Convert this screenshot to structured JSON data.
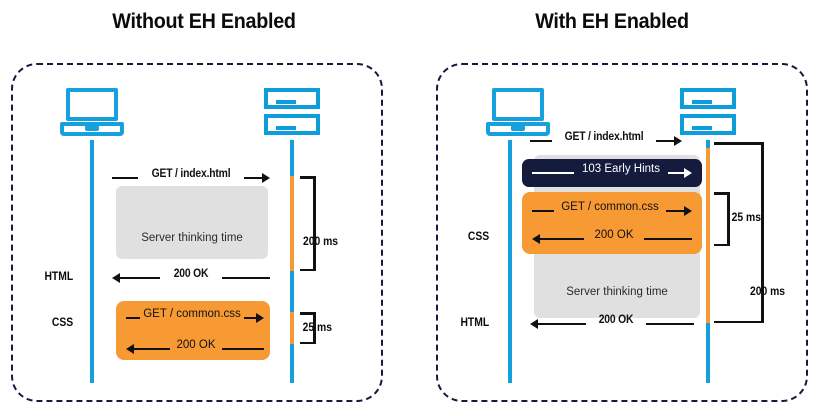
{
  "diagram": {
    "type": "sequence-diagram",
    "subject": "Early Hints (103) HTTP performance comparison",
    "panels": [
      {
        "id": "without-eh",
        "title": "Without EH Enabled",
        "actors": [
          {
            "icon": "laptop-icon",
            "role": "client"
          },
          {
            "icon": "server-icon",
            "role": "server"
          }
        ],
        "side_labels": [
          {
            "text": "HTML"
          },
          {
            "text": "CSS"
          }
        ],
        "messages": [
          {
            "label": "GET / index.html",
            "direction": "right",
            "style": "plain"
          },
          {
            "label": "Server thinking time",
            "style": "thinking-box"
          },
          {
            "label": "200 OK",
            "direction": "left",
            "style": "plain"
          },
          {
            "label": "GET / common.css",
            "direction": "right",
            "style": "orange-box"
          },
          {
            "label": "200 OK",
            "direction": "left",
            "style": "orange-box"
          }
        ],
        "timings": [
          {
            "value": "200 ms",
            "span": "html-request"
          },
          {
            "value": "25 ms",
            "span": "css-request"
          }
        ]
      },
      {
        "id": "with-eh",
        "title": "With EH Enabled",
        "actors": [
          {
            "icon": "laptop-icon",
            "role": "client"
          },
          {
            "icon": "server-icon",
            "role": "server"
          }
        ],
        "side_labels": [
          {
            "text": "CSS"
          },
          {
            "text": "HTML"
          }
        ],
        "messages": [
          {
            "label": "GET / index.html",
            "direction": "right",
            "style": "plain"
          },
          {
            "label": "103 Early Hints",
            "direction": "right",
            "style": "navy-box"
          },
          {
            "label": "GET / common.css",
            "direction": "right",
            "style": "orange-box"
          },
          {
            "label": "200 OK",
            "direction": "left",
            "style": "orange-box"
          },
          {
            "label": "Server thinking time",
            "style": "thinking-box"
          },
          {
            "label": "200 OK",
            "direction": "left",
            "style": "plain"
          }
        ],
        "timings": [
          {
            "value": "25 ms",
            "span": "css-request"
          },
          {
            "value": "200 ms",
            "span": "html-request"
          }
        ]
      }
    ],
    "colors": {
      "client_lifeline": "#159FDD",
      "server_lifeline_idle": "#159FDD",
      "server_lifeline_busy": "#F79A34",
      "orange": "#F79A34",
      "navy": "#141B3C",
      "thinking_gray": "#E0E0E0",
      "container_border": "#141B3C",
      "text": "#0b0b0b"
    }
  }
}
